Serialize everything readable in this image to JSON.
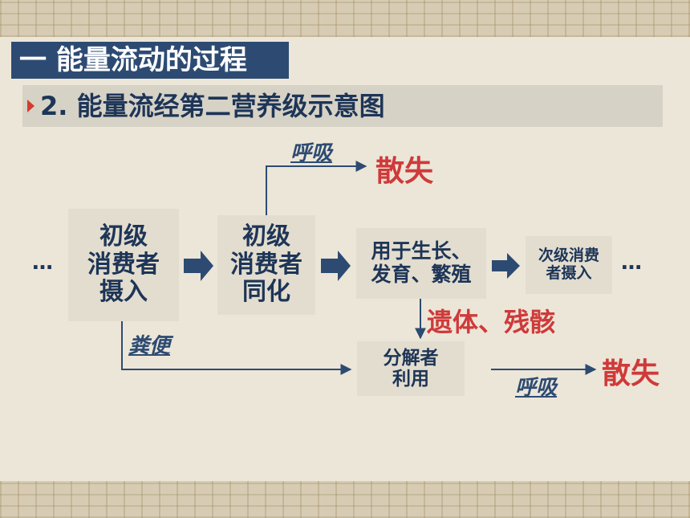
{
  "title": "一 能量流动的过程",
  "subtitle": "2. 能量流经第二营养级示意图",
  "diagram": {
    "dots_left": "…",
    "dots_right": "…",
    "box_intake": "初级\n消费者\n摄入",
    "box_assimilation": "初级\n消费者\n同化",
    "box_growth": "用于生长、\n发育、繁殖",
    "box_next": "次级消费\n者摄入",
    "box_decomposer": "分解者\n利用",
    "respiration_top": "呼吸",
    "loss_top": "散失",
    "remains": "遗体、残骸",
    "feces": "粪便",
    "respiration_bottom": "呼吸",
    "loss_bottom": "散失"
  },
  "colors": {
    "title_bg": "#2d4b72",
    "text_dark": "#1d3557",
    "accent_red": "#cf3a3a",
    "arrow": "#2d4b72"
  }
}
